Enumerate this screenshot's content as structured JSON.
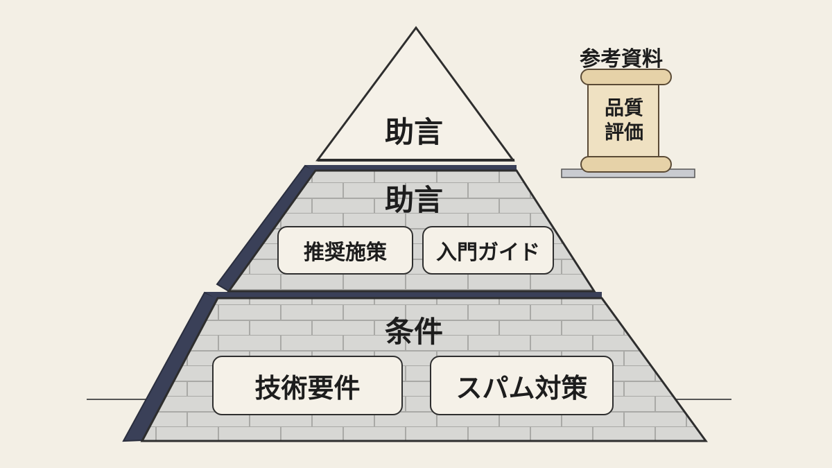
{
  "pyramid": {
    "top": {
      "label": "助言"
    },
    "middle": {
      "label": "助言",
      "items": [
        "推奨施策",
        "入門ガイド"
      ]
    },
    "bottom": {
      "label": "条件",
      "items": [
        "技術要件",
        "スパム対策"
      ]
    }
  },
  "reference": {
    "title": "参考資料",
    "scroll_lines": [
      "品質",
      "評価"
    ]
  },
  "colors": {
    "background": "#f3efe5",
    "stone": "#d6d6d3",
    "stone_dark": "#bdbdba",
    "edge": "#3a4058",
    "outline": "#2e2e2e",
    "parchment": "#efe1c2"
  }
}
